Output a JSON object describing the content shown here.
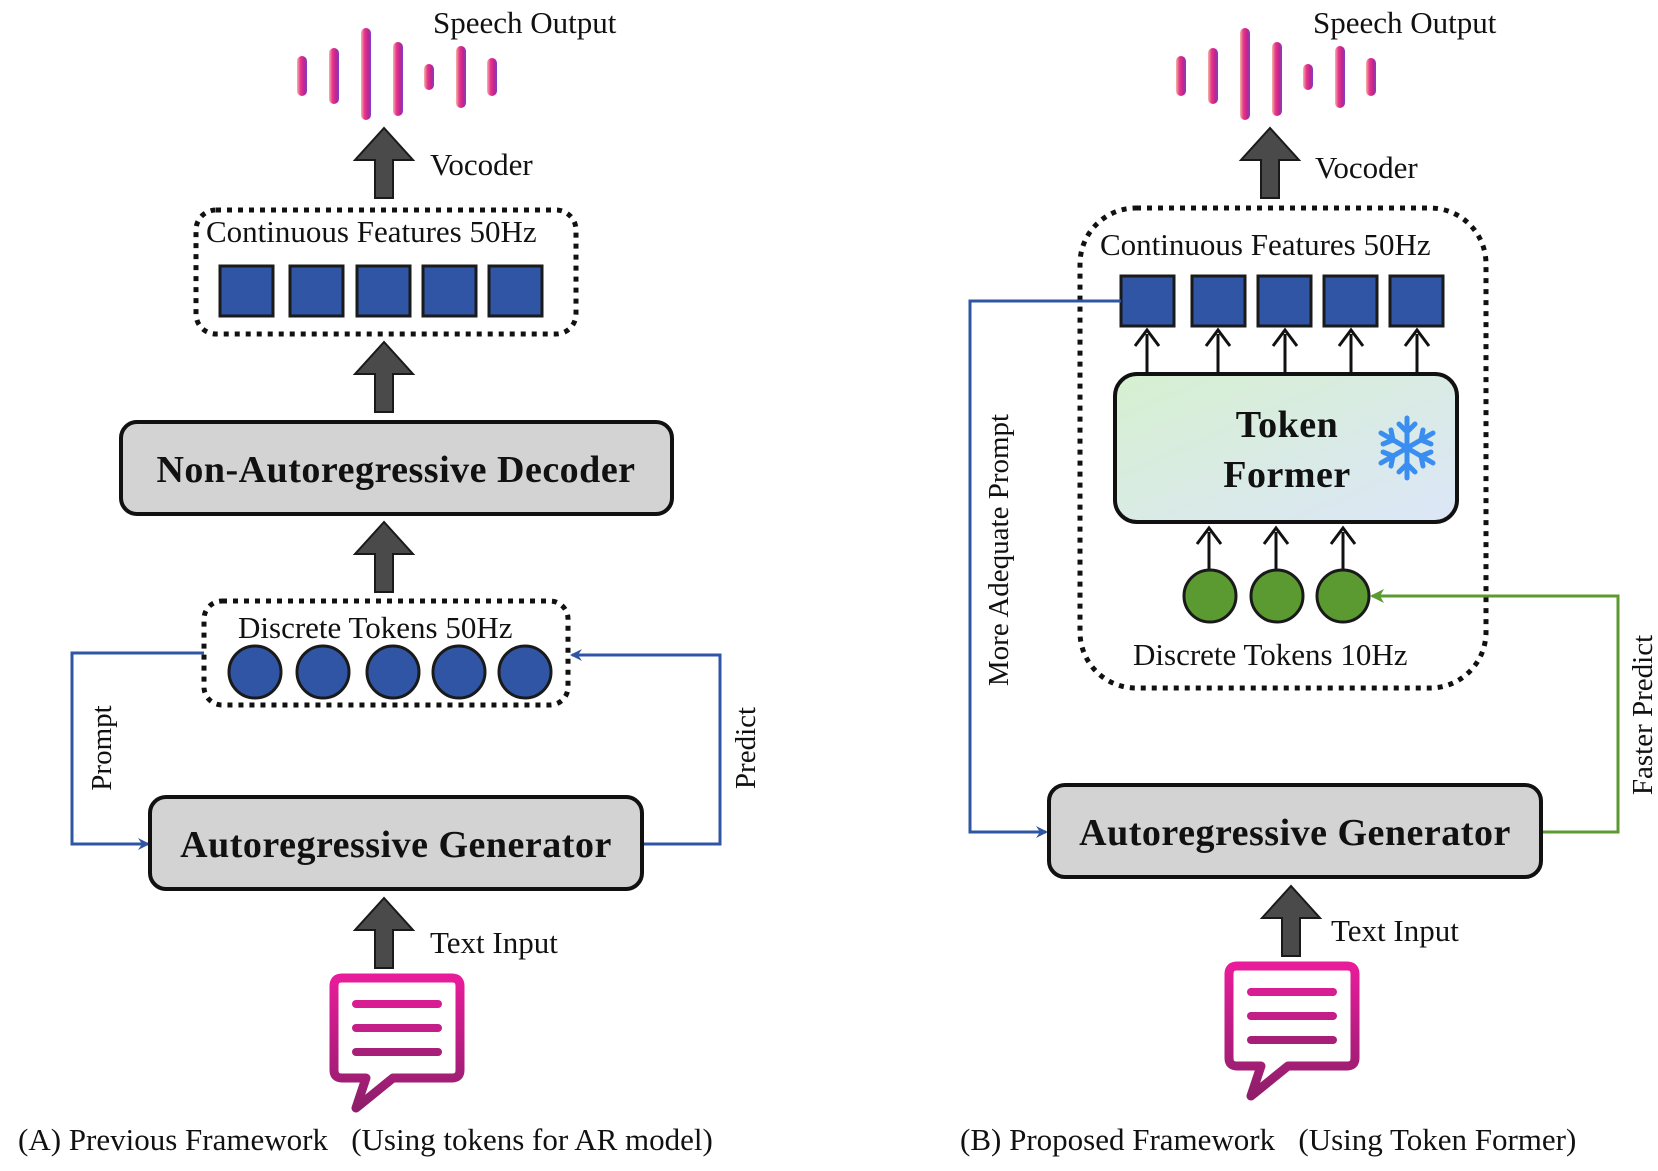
{
  "panel_a": {
    "speech_output": "Speech Output",
    "vocoder": "Vocoder",
    "continuous_features": "Continuous Features 50Hz",
    "decoder": "Non-Autoregressive Decoder",
    "discrete_tokens": "Discrete Tokens 50Hz",
    "prompt": "Prompt",
    "predict": "Predict",
    "generator": "Autoregressive Generator",
    "text_input": "Text Input",
    "caption": "(A) Previous Framework   (Using tokens for AR model)"
  },
  "panel_b": {
    "speech_output": "Speech Output",
    "vocoder": "Vocoder",
    "continuous_features": "Continuous Features 50Hz",
    "token_former_line1": "Token",
    "token_former_line2": "Former",
    "discrete_tokens": "Discrete Tokens 10Hz",
    "more_adequate_prompt": "More Adequate Prompt",
    "faster_predict": "Faster Predict",
    "generator": "Autoregressive Generator",
    "text_input": "Text Input",
    "caption": "(B) Proposed Framework   (Using Token Former)"
  },
  "colors": {
    "token_blue": "#2F55A4",
    "token_green": "#5A9A30",
    "arrow_gray": "#4A4A4A",
    "box_gray": "#D3D3D3",
    "prompt_line_blue": "#2F55A4",
    "predict_line_green": "#5A9A30",
    "message_icon_magenta": "#E0209A",
    "snowflake_blue": "#3A8EF0"
  },
  "icons": [
    "waveform-icon",
    "message-icon",
    "snowflake-icon"
  ]
}
